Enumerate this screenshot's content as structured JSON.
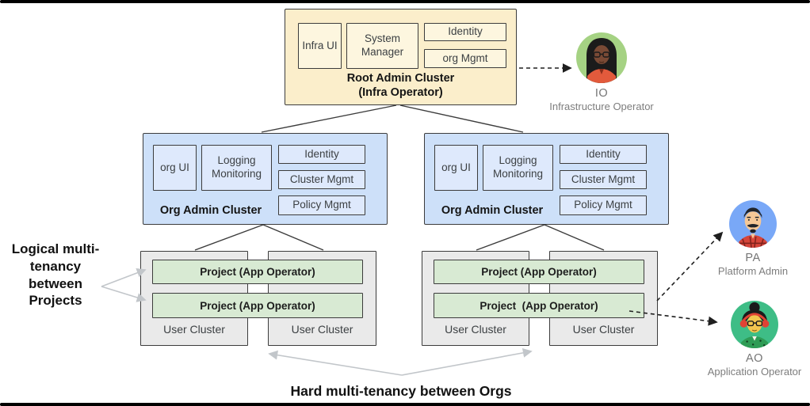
{
  "root_cluster": {
    "components": {
      "infra_ui": "Infra UI",
      "system_manager": "System Manager",
      "identity": "Identity",
      "org_mgmt": "org Mgmt"
    },
    "label_line1": "Root Admin Cluster",
    "label_line2": "(Infra Operator)"
  },
  "org_clusters": [
    {
      "components": {
        "org_ui": "org UI",
        "logging": "Logging Monitoring",
        "identity": "Identity",
        "cluster_mgmt": "Cluster Mgmt",
        "policy_mgmt": "Policy Mgmt"
      },
      "label": "Org Admin Cluster"
    },
    {
      "components": {
        "org_ui": "org UI",
        "logging": "Logging Monitoring",
        "identity": "Identity",
        "cluster_mgmt": "Cluster Mgmt",
        "policy_mgmt": "Policy Mgmt"
      },
      "label": "Org Admin Cluster"
    }
  ],
  "user_groups": [
    {
      "projects": [
        "Project (App Operator)",
        "Project (App Operator)"
      ],
      "clusters": [
        "User Cluster",
        "User Cluster"
      ]
    },
    {
      "projects": [
        "Project (App Operator)",
        "Project  (App Operator)"
      ],
      "clusters": [
        "User Cluster",
        "User Cluster"
      ]
    }
  ],
  "annotations": {
    "left": "Logical multi-tenancy between Projects",
    "bottom": "Hard multi-tenancy between Orgs"
  },
  "personas": [
    {
      "initials": "IO",
      "role": "Infrastructure Operator",
      "circle_color": "#A5D283"
    },
    {
      "initials": "PA",
      "role": "Platform Admin",
      "circle_color": "#79A8F7"
    },
    {
      "initials": "AO",
      "role": "Application Operator",
      "circle_color": "#3EBD86"
    }
  ],
  "colors": {
    "root_fill": "#FBEECB",
    "root_component_fill": "#FDF6DF",
    "org_fill": "#CDE0F9",
    "org_component_fill": "#DEE9FC",
    "user_fill": "#EAEAEA",
    "project_fill": "#D8EAD3",
    "border": "#3C3C3C",
    "connector": "#3C3C3C",
    "gray_arrow": "#C2C6CA",
    "dashed_arrow": "#1F1F1F"
  }
}
